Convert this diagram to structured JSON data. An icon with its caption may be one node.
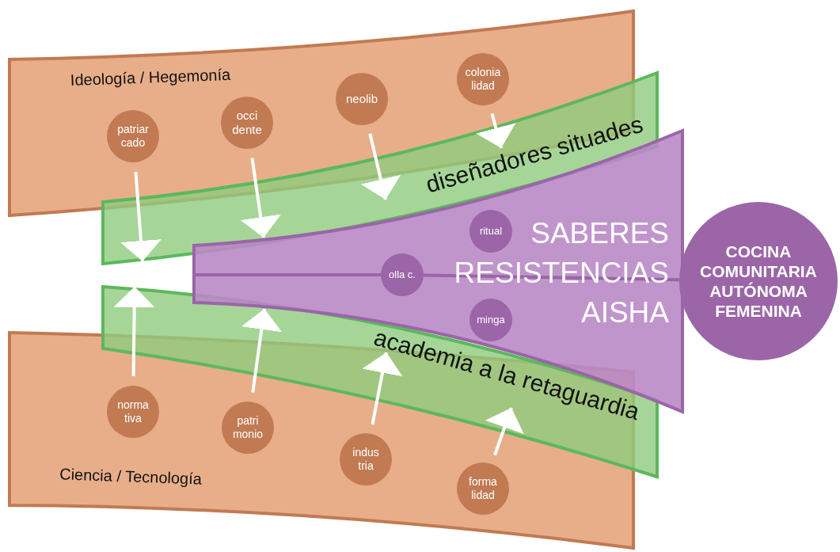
{
  "diagram": {
    "nodes": [
      {
        "text": [
          "Ideología / Hegemonía"
        ]
      },
      {
        "text": [
          "Ciencia / Tecnología"
        ]
      },
      {
        "text": [
          "diseñadores situades"
        ]
      },
      {
        "text": [
          "academia a la retaguardia"
        ]
      },
      {
        "text": [
          "SABERES RESISTENCIAS AISHA"
        ]
      },
      {
        "text": [
          "COCINA COMUNITARIA AUTÓNOMA FEMENINA"
        ]
      },
      {
        "text": [
          "patriar cado"
        ],
        "in": 0
      },
      {
        "text": [
          "occi dente"
        ],
        "in": 0
      },
      {
        "text": [
          "neolib"
        ],
        "in": 0
      },
      {
        "text": [
          "colonia lidad"
        ],
        "in": 0
      },
      {
        "text": [
          "norma tiva"
        ],
        "in": 1
      },
      {
        "text": [
          "patri monio"
        ],
        "in": 1
      },
      {
        "text": [
          "indus tria"
        ],
        "in": 1
      },
      {
        "text": [
          "forma lidad"
        ],
        "in": 1
      },
      {
        "text": [
          "ritual"
        ],
        "in": 4
      },
      {
        "text": [
          "olla c."
        ],
        "in": 4
      },
      {
        "text": [
          "minga"
        ],
        "in": 4
      }
    ],
    "edges": [
      {
        "from": 6,
        "to": 2,
        "arrow": "to"
      },
      {
        "from": 7,
        "to": 2,
        "arrow": "to"
      },
      {
        "from": 8,
        "to": 2,
        "arrow": "to"
      },
      {
        "from": 9,
        "to": 2,
        "arrow": "to"
      },
      {
        "from": 10,
        "to": 3,
        "arrow": "to"
      },
      {
        "from": 11,
        "to": 3,
        "arrow": "to"
      },
      {
        "from": 12,
        "to": 3,
        "arrow": "to"
      },
      {
        "from": 13,
        "to": 3,
        "arrow": "to"
      },
      {
        "from": 15,
        "to": 5,
        "arrow": "none",
        "color": "#9b65a8"
      }
    ]
  }
}
